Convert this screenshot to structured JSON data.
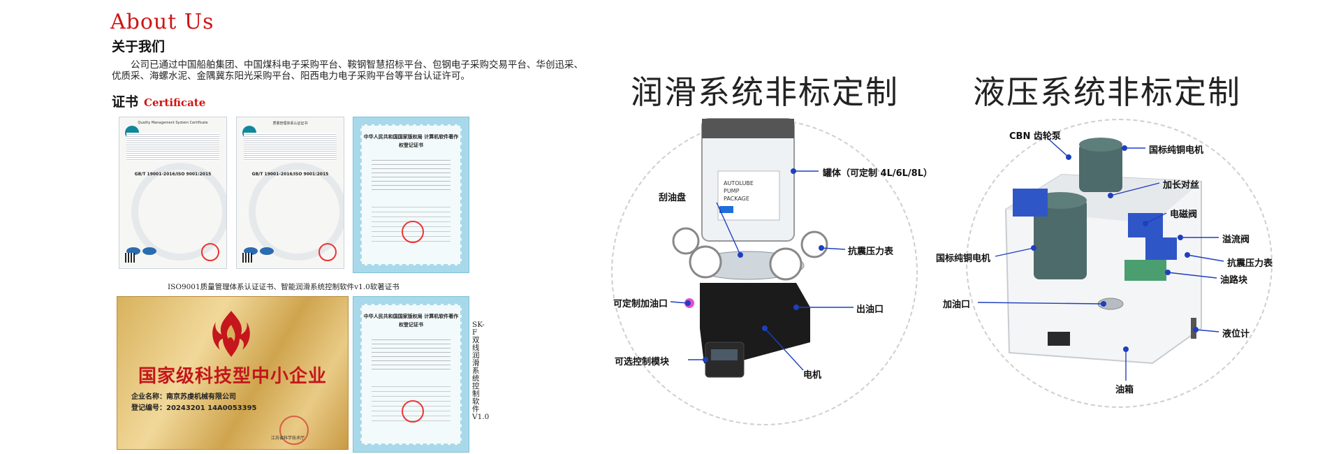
{
  "about": {
    "title_en": "About Us",
    "title_cn": "关于我们",
    "text": "公司已通过中国船舶集团、中国煤科电子采购平台、鞍钢智慧招标平台、包钢电子采购交易平台、华创迅采、优质采、海螺水泥、金隅冀东阳光采购平台、阳西电力电子采购平台等平台认证许可。"
  },
  "certificates": {
    "heading_cn": "证书",
    "heading_en": "Certificate",
    "cert1_title": "Quality Management System Certificate",
    "cert1_number": "GB/T 19001-2016/ISO 9001:2015",
    "cert2_title": "质量管理体系认证证书",
    "cert2_number": "GB/T 19001-2016/ISO 9001:2015",
    "copyright_title": "中华人民共和国国家版权局 计算机软件著作权登记证书",
    "caption_row1": "ISO9001质量管理体系认证证书、智能润滑系统控制软件v1.0软著证书",
    "caption_row2": "SK-F双线润滑系统控制软件V1.0",
    "gold_title": "国家级科技型中小企业",
    "gold_company": "企业名称：南京苏虔机械有限公司",
    "gold_number": "登记编号：20243201 14A0053395",
    "gold_issuer": "江苏省科学技术厅"
  },
  "lubrication": {
    "title": "润滑系统非标定制",
    "labels": {
      "tank": "罐体（可定制 4L/6L/8L）",
      "scraper": "刮油盘",
      "gauge": "抗震压力表",
      "fill_port": "可定制加油口",
      "outlet": "出油口",
      "module": "可选控制模块",
      "motor": "电机"
    },
    "tank_text": "AUTOLUBE PUMP PACKAGE"
  },
  "hydraulic": {
    "title": "液压系统非标定制",
    "labels": {
      "pump": "CBN 齿轮泵",
      "copper_motor_top": "国标纯铜电机",
      "extended_thread": "加长对丝",
      "solenoid": "电磁阀",
      "relief": "溢流阀",
      "gauge": "抗震压力表",
      "manifold": "油路块",
      "copper_motor_left": "国标纯铜电机",
      "fill_port": "加油口",
      "level": "液位计",
      "tank": "油箱"
    }
  },
  "colors": {
    "accent_red": "#d11414",
    "pointer_blue": "#1e3fbf"
  }
}
